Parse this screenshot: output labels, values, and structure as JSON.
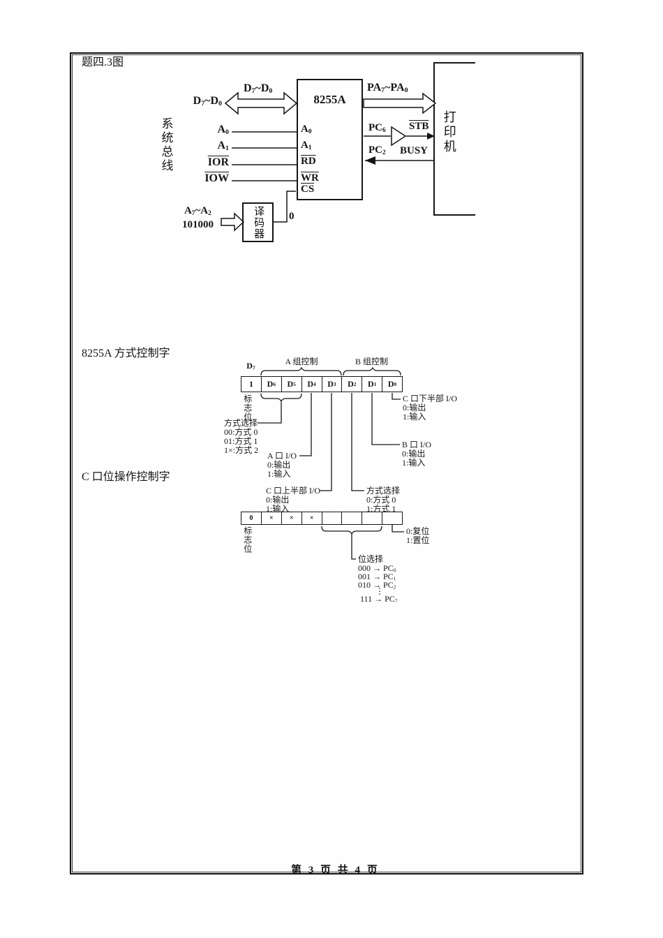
{
  "page": {
    "title": "题四.3图",
    "footer": "第 3 页 共 4 页"
  },
  "circuit": {
    "system_bus": "系统总线",
    "data_bus_left": "D_{7}~D_{0}",
    "data_bus_arrow": "D_{7}~D_{0}",
    "addr_a0": "A_{0}",
    "addr_a1": "A_{1}",
    "ior": "IOR",
    "iow": "IOW",
    "chip_name": "8255A",
    "pin_a0": "A_{0}",
    "pin_a1": "A_{1}",
    "pin_rd": "RD",
    "pin_wr": "WR",
    "pin_cs": "CS",
    "pa_bus": "PA_{7}~PA_{0}",
    "pc6": "PC_{6}",
    "stb": "STB",
    "pc2": "PC_{2}",
    "busy": "BUSY",
    "printer": "打印机",
    "decoder": "译码器",
    "decoder_addr": "A_{7}~A_{2}",
    "decoder_code": "101000",
    "decoder_out": "0"
  },
  "mode_word": {
    "section_label": "8255A 方式控制字",
    "d7": "D_{7}",
    "group_a": "A 组控制",
    "group_b": "B 组控制",
    "bits": [
      "1",
      "D_{6}",
      "D_{5}",
      "D_{4}",
      "D_{3}",
      "D_{2}",
      "D_{1}",
      "D_{0}"
    ],
    "flag": "标志位",
    "mode_select_a": {
      "title": "方式选择",
      "opt1": "00:方式 0",
      "opt2": "01:方式 1",
      "opt3": "1×:方式 2"
    },
    "port_a_io": {
      "title": "A 口 I/O",
      "opt1": "0:输出",
      "opt2": "1:输入"
    },
    "port_c_upper_io": {
      "title": "C 口上半部 I/O",
      "opt1": "0:输出",
      "opt2": "1:输入"
    },
    "mode_select_b": {
      "title": "方式选择",
      "opt1": "0:方式 0",
      "opt2": "1:方式 1"
    },
    "port_b_io": {
      "title": "B 口 I/O",
      "opt1": "0:输出",
      "opt2": "1:输入"
    },
    "port_c_lower_io": {
      "title": "C 口下半部 I/O",
      "opt1": "0:输出",
      "opt2": "1:输入"
    }
  },
  "bit_word": {
    "section_label": "C 口位操作控制字",
    "bits": [
      "0",
      "×",
      "×",
      "×",
      "",
      "",
      "",
      ""
    ],
    "flag": "标志位",
    "set_reset": {
      "opt1": "0:复位",
      "opt2": "1:置位"
    },
    "bit_select": {
      "title": "位选择",
      "m0": "000 → PC_{0}",
      "m1": "001 → PC_{1}",
      "m2": "010 → PC_{2}",
      "ellipsis": "⋮",
      "m7": "111 → PC_{7}"
    }
  }
}
